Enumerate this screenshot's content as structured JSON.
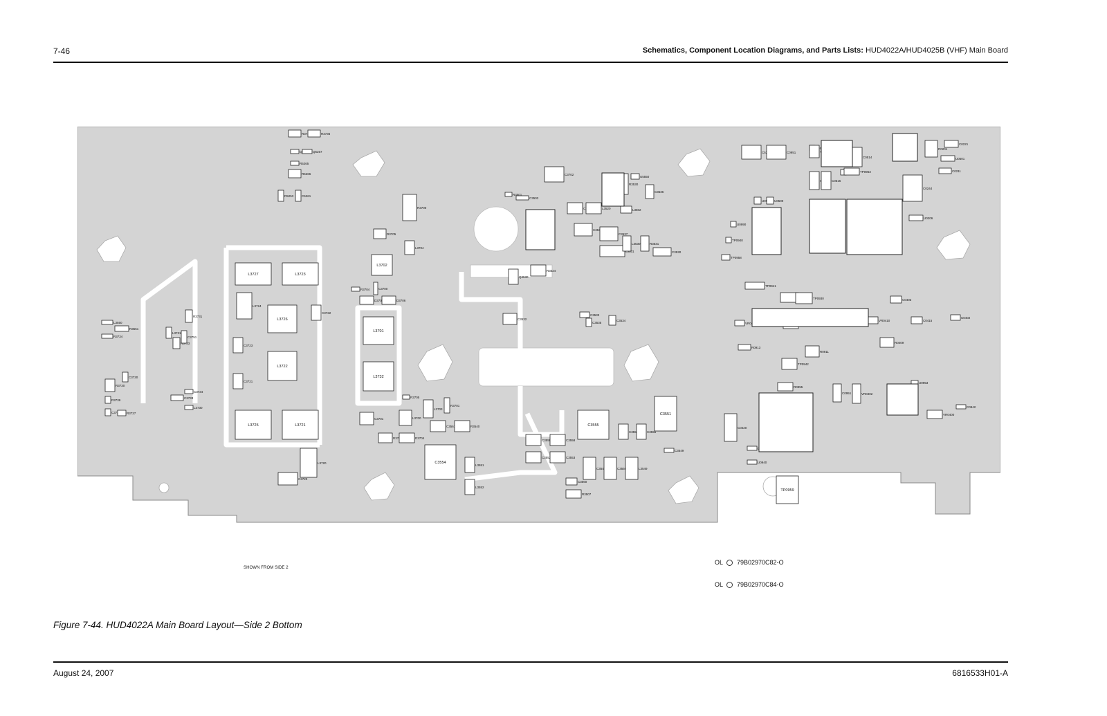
{
  "header": {
    "page_number": "7-46",
    "section_bold": "Schematics, Component Location Diagrams, and Parts Lists:",
    "section_rest": " HUD4022A/HUD4025B (VHF) Main Board"
  },
  "board": {
    "shown_from": "SHOWN FROM SIDE 2",
    "components_large": [
      "L3727",
      "L3723",
      "L3724",
      "L3726",
      "L3722",
      "L3725",
      "L3721",
      "L3720",
      "C3720",
      "C3723",
      "C3721",
      "C3722",
      "L3701",
      "L3732",
      "L3702",
      "R3700",
      "L3704",
      "D3705",
      "D3702",
      "D3706",
      "C3701",
      "L3700",
      "D3701",
      "D3704",
      "L3703",
      "R3701",
      "R3705",
      "R3704",
      "C3700",
      "C3702",
      "C3705",
      "L3520",
      "C3531",
      "C3537",
      "L3531",
      "L3530",
      "R3531",
      "C3530",
      "C3536",
      "R3530",
      "L3502",
      "U5550",
      "R3501",
      "C3503",
      "C3522",
      "R3524",
      "Q3530",
      "C3532",
      "C3533",
      "C3534",
      "C3535",
      "C3561",
      "R3540",
      "C3559",
      "C3558",
      "C3552",
      "C3553",
      "C3555",
      "C3554",
      "L3551",
      "L3552",
      "C3557",
      "C3556",
      "C3551",
      "C3549",
      "C3560",
      "R3507",
      "C3548",
      "C3550",
      "L3549",
      "L3550",
      "R3551",
      "R3734",
      "L3731",
      "R3733",
      "C3751",
      "R3731",
      "R3730",
      "C3730",
      "R3739",
      "C3738",
      "R3737",
      "C3733",
      "C3734",
      "L3730",
      "R3735",
      "R3736",
      "Q5250",
      "Q5257",
      "R5265",
      "R5266",
      "R5253",
      "C5261",
      "C5262",
      "C0951",
      "C0950",
      "TP0961",
      "R0516",
      "C0514",
      "C0527",
      "C0516",
      "C0517",
      "TP0963",
      "C0244",
      "C0221",
      "U0501",
      "R0201",
      "C0211",
      "U0206",
      "U0207",
      "R0231",
      "U0503",
      "U0500",
      "U0990",
      "TP0940",
      "TP0958",
      "TP0941",
      "TP0931",
      "TP0930",
      "R0432",
      "VR0410",
      "C0403",
      "C0415",
      "U0402",
      "VR0403",
      "R0913",
      "R0911",
      "TP0942",
      "R0955",
      "C0951",
      "VR0402",
      "R0409",
      "VR0400",
      "C0420",
      "TP0959",
      "C0941",
      "U0940",
      "C0942",
      "U0953",
      "C0945",
      "C0962",
      "VR0950",
      "C0998",
      "C0997",
      "TP0962",
      "R0906"
    ]
  },
  "ol_notes": [
    {
      "prefix": "OL",
      "code": "79B02970C82-O"
    },
    {
      "prefix": "OL",
      "code": "79B02970C84-O"
    }
  ],
  "caption": "Figure 7-44. HUD4022A Main Board Layout—Side 2 Bottom",
  "footer": {
    "date": "August 24, 2007",
    "doc_number": "6816533H01-A"
  }
}
